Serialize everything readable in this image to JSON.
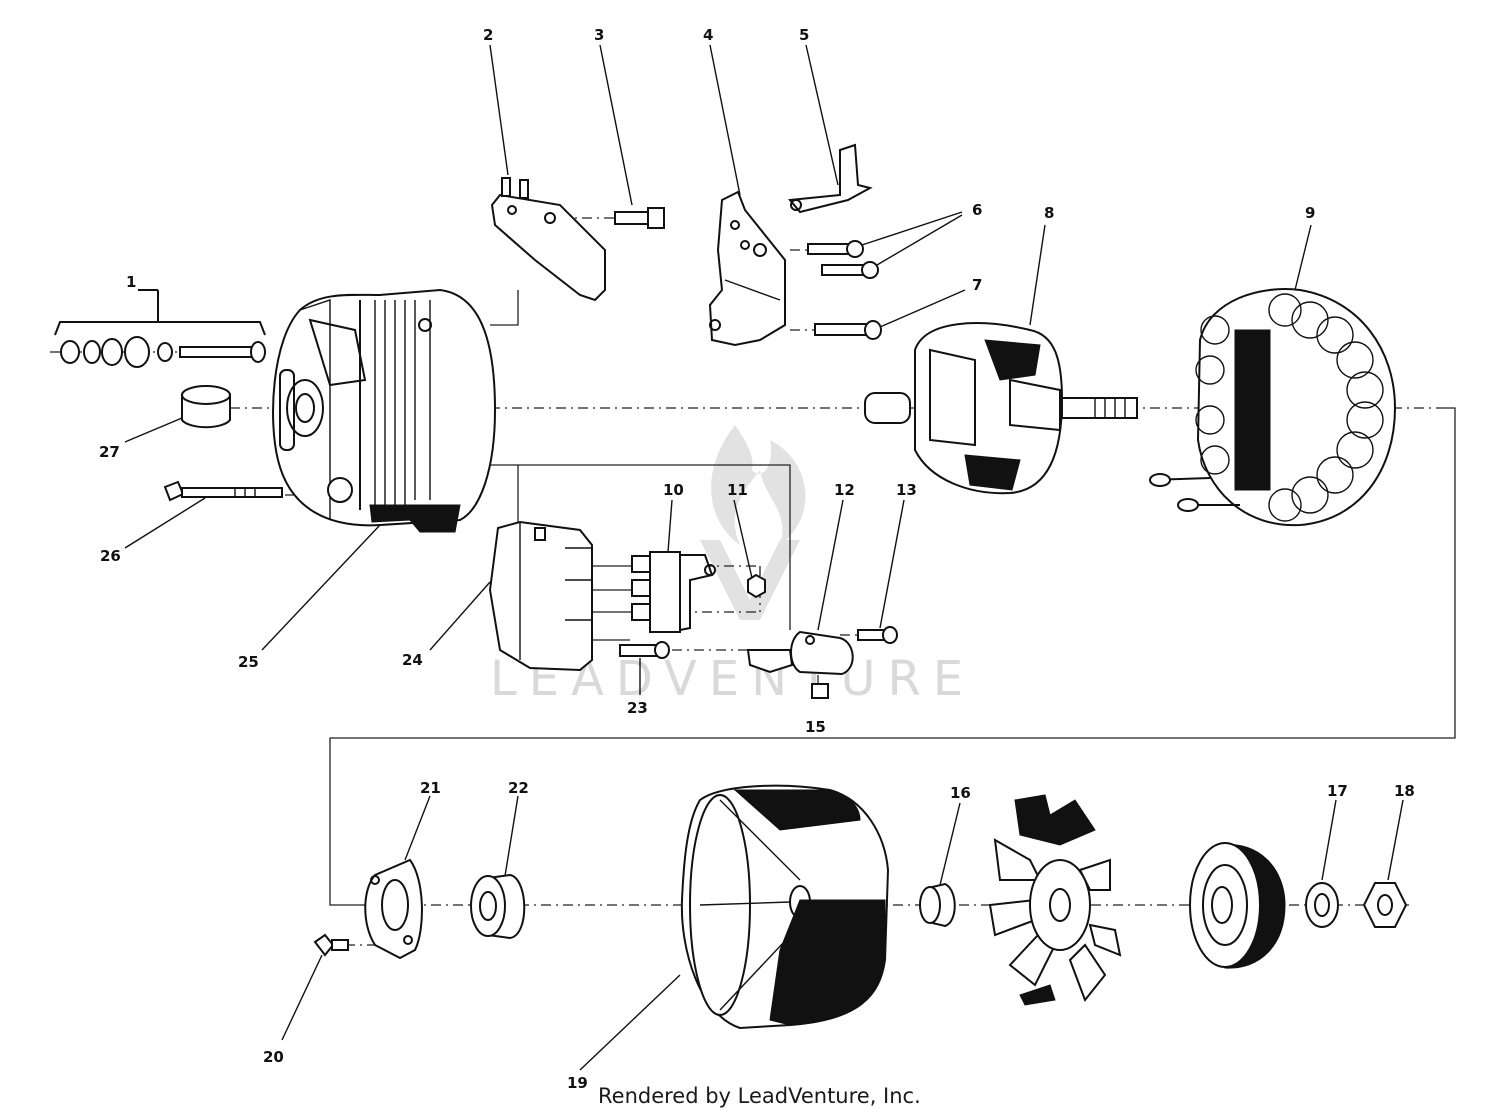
{
  "diagram": {
    "callouts": {
      "c1": "1",
      "c2": "2",
      "c3": "3",
      "c4": "4",
      "c5": "5",
      "c6": "6",
      "c7": "7",
      "c8": "8",
      "c9": "9",
      "c10": "10",
      "c11": "11",
      "c12": "12",
      "c13": "13",
      "c15": "15",
      "c16": "16",
      "c17": "17",
      "c18": "18",
      "c19": "19",
      "c20": "20",
      "c21": "21",
      "c22": "22",
      "c23": "23",
      "c24": "24",
      "c25": "25",
      "c26": "26",
      "c27": "27"
    },
    "watermark_text": "LEADVENTURE",
    "footer": "Rendered by LeadVenture, Inc."
  },
  "colors": {
    "ink": "#111111",
    "watermark": "#d9d9d9",
    "background": "#ffffff"
  }
}
